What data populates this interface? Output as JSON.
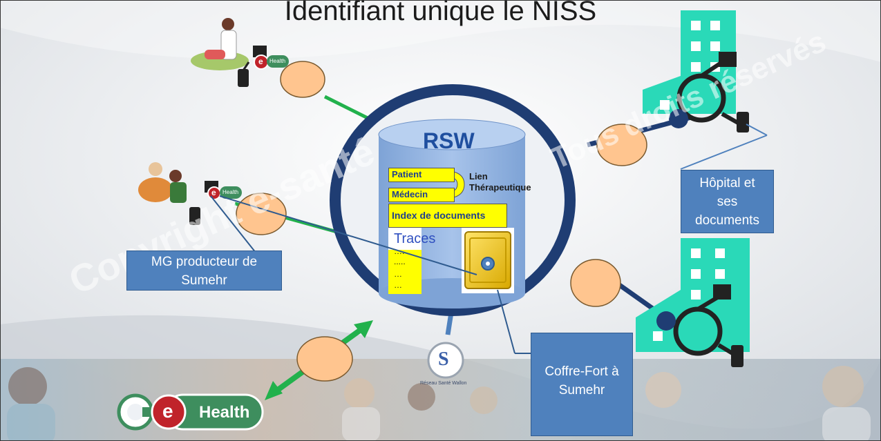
{
  "title": "Identifiant unique le NISS",
  "rsw": {
    "title": "RSW",
    "patient": "Patient",
    "medecin": "Médecin",
    "lien_line1": "Lien",
    "lien_line2": "Thérapeutique",
    "index": "Index de documents",
    "traces": "Traces",
    "trace_dots": [
      "….",
      ".....",
      "…",
      "…"
    ]
  },
  "boxes": {
    "hopital": "Hôpital et ses documents",
    "mg": "MG producteur de Sumehr",
    "coffre": "Coffre-Fort à Sumehr"
  },
  "ehealth": {
    "e": "e",
    "health": "Health"
  },
  "rsw_logo": {
    "letter": "S",
    "caption": "Réseau Santé Wallon"
  },
  "watermarks": {
    "copyright": "Copyright e-santé",
    "rights": "Tous droits réservés"
  },
  "colors": {
    "ring": "#1f3d73",
    "cylinder": "#8fb2e0",
    "box": "#4f81bd",
    "label": "#ffff00",
    "cloud": "#ffc58f",
    "hospital": "#2ad9b8",
    "arrow": "#22b14c"
  }
}
